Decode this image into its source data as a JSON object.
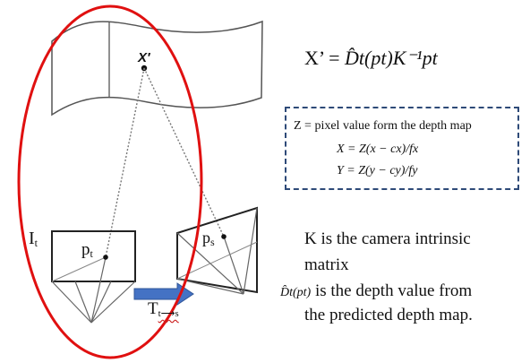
{
  "equation": {
    "lhs": "X’ =",
    "rhs": "D̂t(pt)K⁻¹pt"
  },
  "formula_box": {
    "line1": "Z = pixel value form the depth map",
    "line2": "X = Z(x − cx)/fx",
    "line3": "Y = Z(y − cy)/fy"
  },
  "labels": {
    "world_point": "X′",
    "target_image": "I",
    "target_image_sub": "t",
    "target_point": "p",
    "target_point_sub": "t",
    "source_point": "p",
    "source_point_sub": "s",
    "transform": "T",
    "transform_sub": "t⟶s"
  },
  "description": {
    "k_line1": "K is the camera intrinsic",
    "k_line2": "matrix",
    "d_symbol": "D̂t(pt)",
    "d_line1": "is the depth value from",
    "d_line2": "the predicted depth map."
  },
  "colors": {
    "ellipse": "#e01010",
    "arrow": "#4472c4",
    "dashed_box": "#2e4a78"
  }
}
